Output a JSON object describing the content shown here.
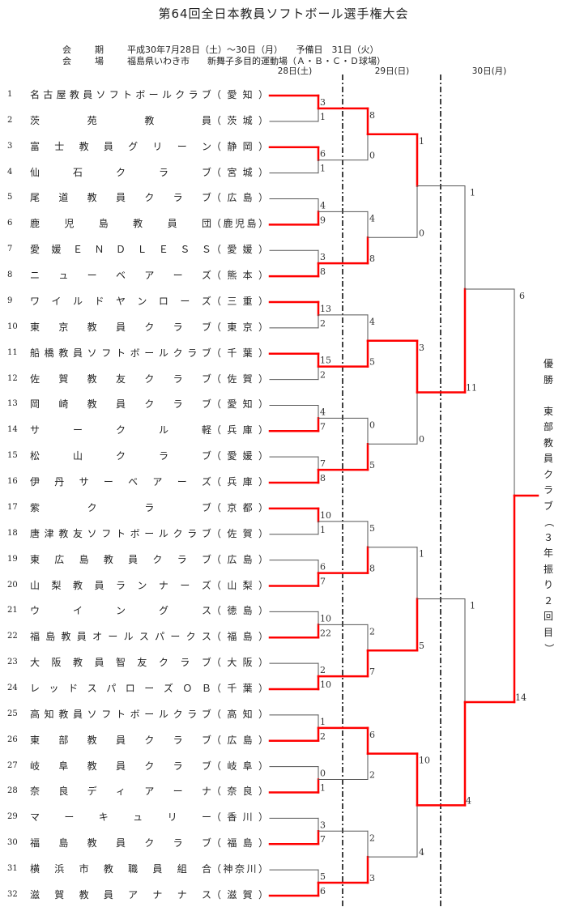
{
  "title": "第64回全日本教員ソフトボール選手権大会",
  "info": {
    "period_label_1": "会",
    "period_label_2": "期",
    "period_value": "平成30年7月28日（土）～30日（月）　　予備日　31日（火）",
    "venue_label_1": "会",
    "venue_label_2": "場",
    "venue_value": "福島県いわき市　　新舞子多目的運動場（Ａ・Ｂ・Ｃ・Ｄ球場）"
  },
  "days": [
    "28日(土)",
    "29日(日)",
    "30日(月)"
  ],
  "teams": [
    {
      "no": "1",
      "name": "名古屋教員ソフトボールクラブ",
      "pref": "愛知"
    },
    {
      "no": "2",
      "name": "茨苑教員",
      "pref": "茨城"
    },
    {
      "no": "3",
      "name": "富士教員グリーン",
      "pref": "静岡"
    },
    {
      "no": "4",
      "name": "仙石クラブ",
      "pref": "宮城"
    },
    {
      "no": "5",
      "name": "尾道教員クラブ",
      "pref": "広島"
    },
    {
      "no": "6",
      "name": "鹿児島教員団",
      "pref": "鹿児島"
    },
    {
      "no": "7",
      "name": "愛媛ＥＮＤＬＥＳＳ",
      "pref": "愛媛"
    },
    {
      "no": "8",
      "name": "ニューベアーズ",
      "pref": "熊本"
    },
    {
      "no": "9",
      "name": "ワイルドヤンローズ",
      "pref": "三重"
    },
    {
      "no": "10",
      "name": "東京教員クラブ",
      "pref": "東京"
    },
    {
      "no": "11",
      "name": "船橋教員ソフトボールクラブ",
      "pref": "千葉"
    },
    {
      "no": "12",
      "name": "佐賀教友クラブ",
      "pref": "佐賀"
    },
    {
      "no": "13",
      "name": "岡崎教員クラブ",
      "pref": "愛知"
    },
    {
      "no": "14",
      "name": "サークル軽",
      "pref": "兵庫"
    },
    {
      "no": "15",
      "name": "松山クラブ",
      "pref": "愛媛"
    },
    {
      "no": "16",
      "name": "伊丹サーベアーズ",
      "pref": "兵庫"
    },
    {
      "no": "17",
      "name": "紫クラブ",
      "pref": "京都"
    },
    {
      "no": "18",
      "name": "唐津教友ソフトボールクラブ",
      "pref": "佐賀"
    },
    {
      "no": "19",
      "name": "東広島教員クラブ",
      "pref": "広島"
    },
    {
      "no": "20",
      "name": "山梨教員ランナーズ",
      "pref": "山梨"
    },
    {
      "no": "21",
      "name": "ウイングス",
      "pref": "徳島"
    },
    {
      "no": "22",
      "name": "福島教員オールスパークス",
      "pref": "福島"
    },
    {
      "no": "23",
      "name": "大阪教員智友クラブ",
      "pref": "大阪"
    },
    {
      "no": "24",
      "name": "レッドスパローズＯＢ",
      "pref": "千葉"
    },
    {
      "no": "25",
      "name": "高知教員ソフトボールクラブ",
      "pref": "高知"
    },
    {
      "no": "26",
      "name": "東部教員クラブ",
      "pref": "広島"
    },
    {
      "no": "27",
      "name": "岐阜教員クラブ",
      "pref": "岐阜"
    },
    {
      "no": "28",
      "name": "奈良ディアーナ",
      "pref": "奈良"
    },
    {
      "no": "29",
      "name": "マーキュリー",
      "pref": "香川"
    },
    {
      "no": "30",
      "name": "福島教員クラブ",
      "pref": "福島"
    },
    {
      "no": "31",
      "name": "横浜市教職員組合",
      "pref": "神奈川"
    },
    {
      "no": "32",
      "name": "滋賀教員アナナス",
      "pref": "滋賀"
    }
  ],
  "rounds": [
    [
      [
        3,
        1
      ],
      [
        6,
        1
      ],
      [
        4,
        9
      ],
      [
        3,
        8
      ],
      [
        13,
        2
      ],
      [
        15,
        2
      ],
      [
        4,
        7
      ],
      [
        7,
        8
      ],
      [
        10,
        1
      ],
      [
        6,
        7
      ],
      [
        10,
        22
      ],
      [
        2,
        10
      ],
      [
        1,
        2
      ],
      [
        0,
        1
      ],
      [
        3,
        7
      ],
      [
        5,
        6
      ]
    ],
    [
      [
        8,
        0
      ],
      [
        4,
        8
      ],
      [
        4,
        5
      ],
      [
        0,
        5
      ],
      [
        5,
        8
      ],
      [
        2,
        7
      ],
      [
        6,
        2
      ],
      [
        2,
        3
      ]
    ],
    [
      [
        1,
        0
      ],
      [
        3,
        0
      ],
      [
        1,
        5
      ],
      [
        10,
        4
      ]
    ],
    [
      [
        1,
        11
      ],
      [
        1,
        4
      ]
    ],
    [
      [
        6,
        14
      ]
    ]
  ],
  "winner_text": "優勝　東部教員クラブ（３年振り２回目）",
  "colors": {
    "win": "#ff0000",
    "lose": "#555555",
    "divider": "#000000"
  }
}
